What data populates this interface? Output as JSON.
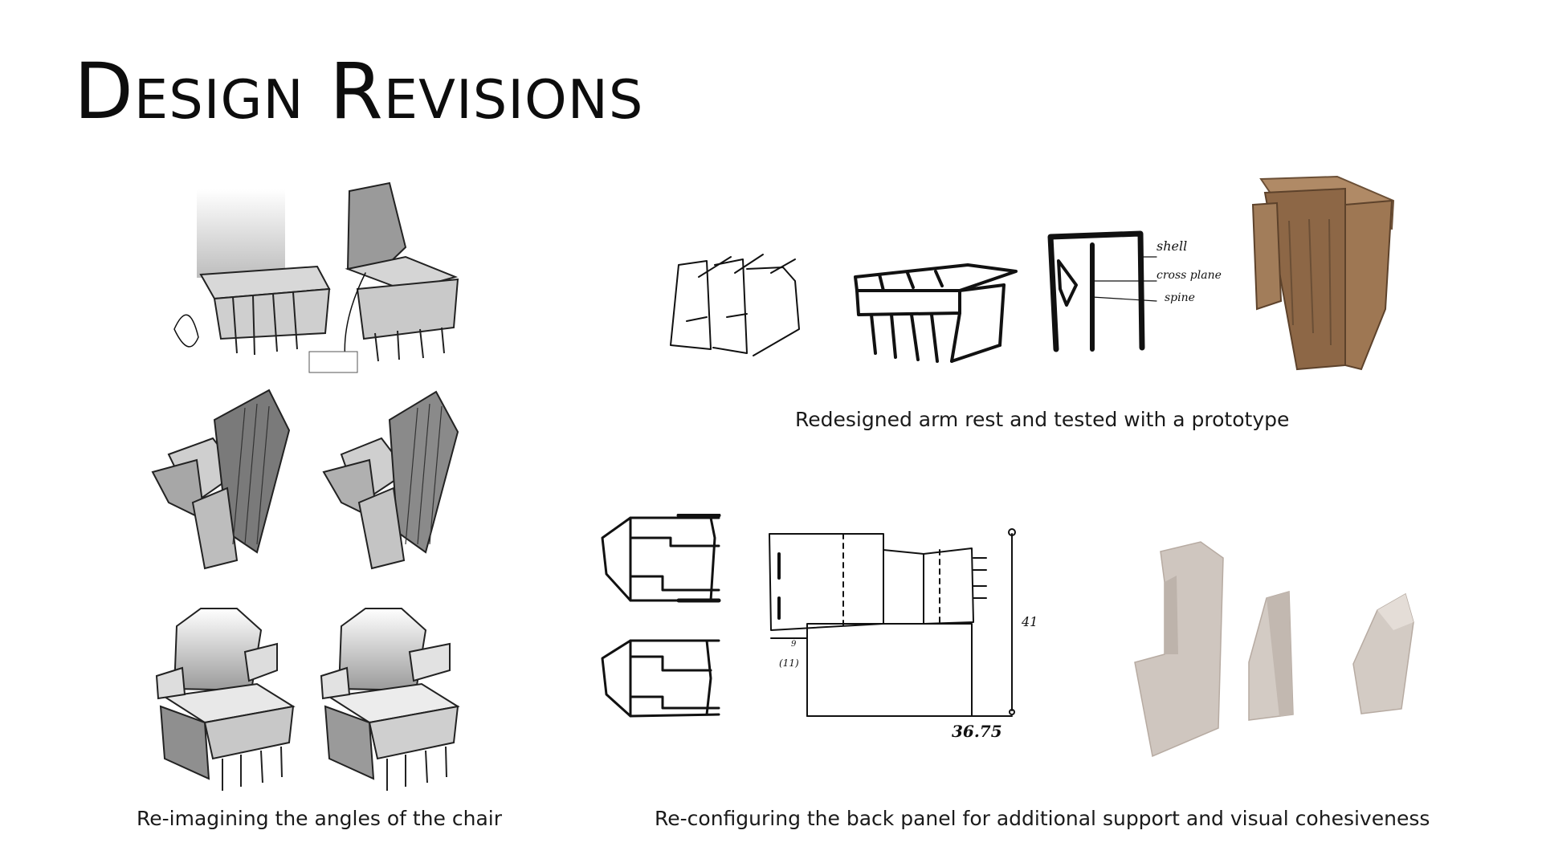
{
  "slide": {
    "title": "Design Revisions",
    "captions": {
      "left": "Re-imagining the angles of the chair",
      "top_right": "Redesigned arm rest and tested with a prototype",
      "bottom_right": "Re-configuring the back panel for additional support and visual cohesiveness"
    },
    "annotations": {
      "shell": "shell",
      "cross_plane": "cross plane",
      "spine": "spine",
      "height": "41",
      "width": "36.75",
      "small_dim": "(11)",
      "tiny_dim": "9"
    }
  }
}
